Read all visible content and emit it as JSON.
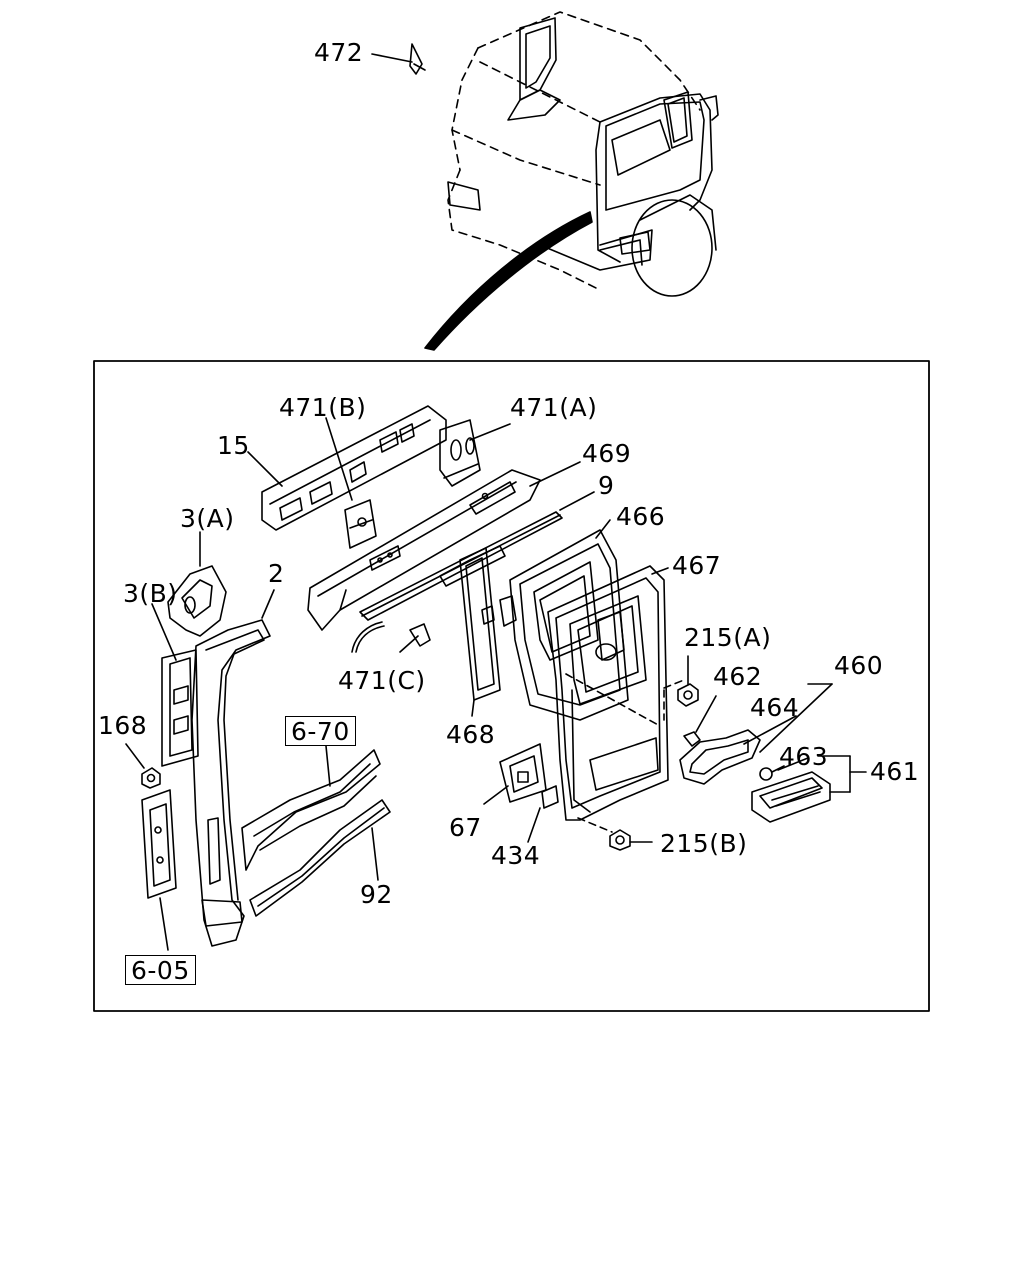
{
  "diagram": {
    "callouts": {
      "c472": "472",
      "c471b": "471(B)",
      "c471a": "471(A)",
      "c15": "15",
      "c469": "469",
      "c9": "9",
      "c466": "466",
      "c467": "467",
      "c3a": "3(A)",
      "c3b": "3(B)",
      "c2": "2",
      "c215a": "215(A)",
      "c471c": "471(C)",
      "c462": "462",
      "c460": "460",
      "c464": "464",
      "c168": "168",
      "c670": "6-70",
      "c468": "468",
      "c463": "463",
      "c461": "461",
      "c67": "67",
      "c215b": "215(B)",
      "c434": "434",
      "c92": "92",
      "c605": "6-05"
    }
  }
}
